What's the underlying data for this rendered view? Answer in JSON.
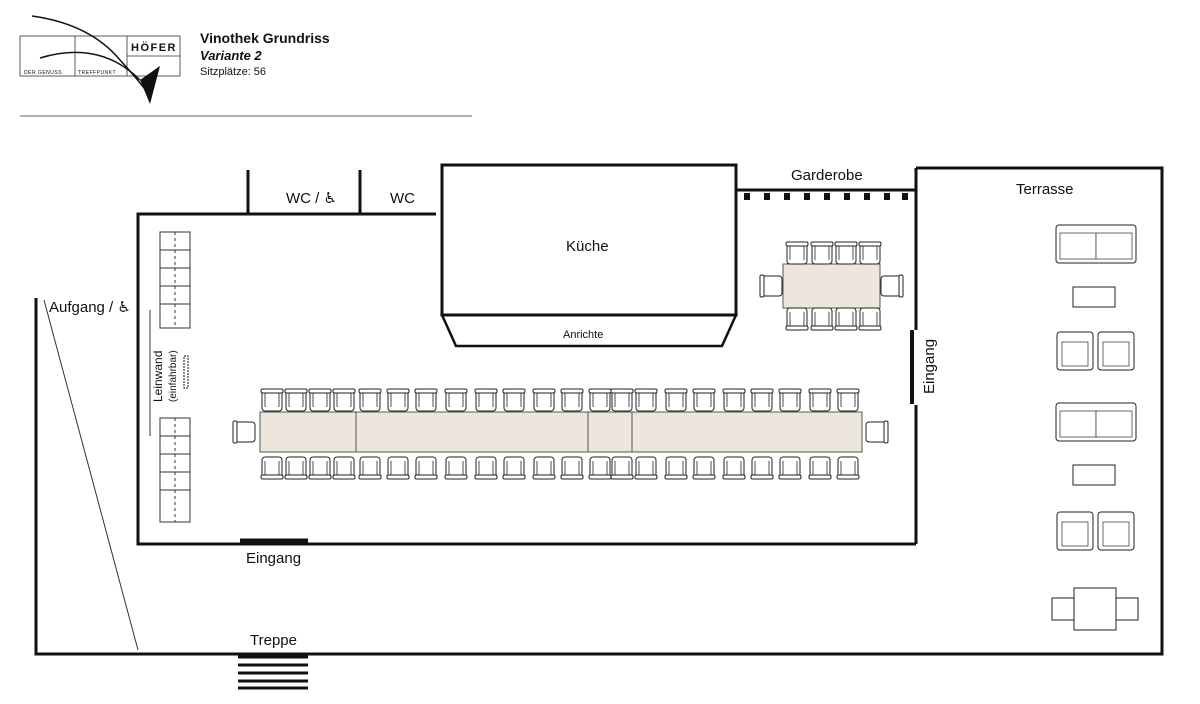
{
  "header": {
    "title": "Vinothek Grundriss",
    "variant": "Variante 2",
    "seats": "Sitzplätze: 56",
    "logo_brand": "HÖFER",
    "logo_tag_left": "DER GENUSS",
    "logo_tag_right": "TREFFPUNKT"
  },
  "rooms": {
    "wc_accessible": "WC / ♿",
    "wc": "WC",
    "kitchen": "Küche",
    "sideboard": "Anrichte",
    "cloakroom": "Garderobe",
    "terrace": "Terrasse",
    "entrance_bottom": "Eingang",
    "entrance_side": "Eingang",
    "access": "Aufgang / ♿",
    "stairs": "Treppe",
    "screen": "Leinwand",
    "screen_note": "(einfahrbar)"
  },
  "colors": {
    "wall": "#111111",
    "table_fill": "#ede6dc",
    "line": "#333333"
  }
}
